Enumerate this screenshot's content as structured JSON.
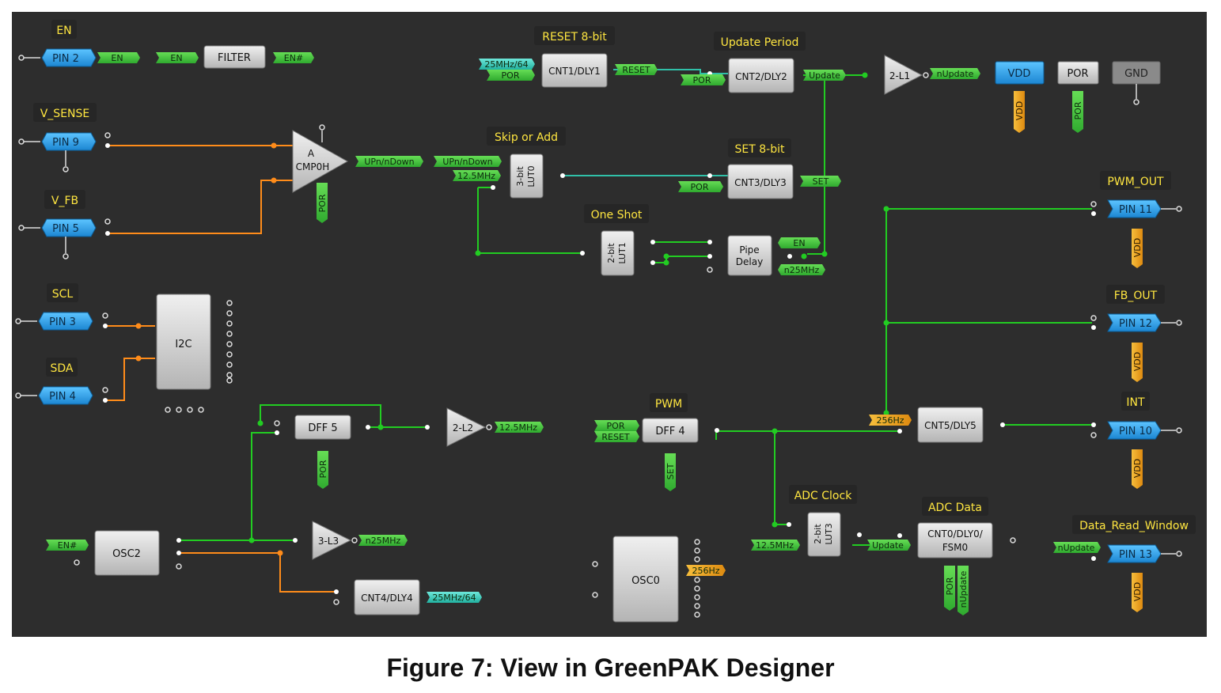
{
  "colors": {
    "background": "#2d2d2d",
    "wire_green": "#22cc22",
    "wire_orange": "#ff8c1a",
    "wire_teal": "#30c0a8",
    "pin_blue": "#2a9ee0",
    "block_gray": "#c8c8c8",
    "net_green": "#3fbf3f",
    "net_teal": "#2ec8b8",
    "net_orange": "#f0a020",
    "label_yellow": "#ffe640"
  },
  "caption": "Figure 7: View in GreenPAK Designer",
  "section_labels": [
    {
      "id": "en",
      "text": "EN"
    },
    {
      "id": "vsense",
      "text": "V_SENSE"
    },
    {
      "id": "vfb",
      "text": "V_FB"
    },
    {
      "id": "scl",
      "text": "SCL"
    },
    {
      "id": "sda",
      "text": "SDA"
    },
    {
      "id": "reset8",
      "text": "RESET 8-bit"
    },
    {
      "id": "update_period",
      "text": "Update Period"
    },
    {
      "id": "skip_add",
      "text": "Skip or Add"
    },
    {
      "id": "set8",
      "text": "SET 8-bit"
    },
    {
      "id": "one_shot",
      "text": "One Shot"
    },
    {
      "id": "pwm_out",
      "text": "PWM_OUT"
    },
    {
      "id": "fb_out",
      "text": "FB_OUT"
    },
    {
      "id": "pwm",
      "text": "PWM"
    },
    {
      "id": "int",
      "text": "INT"
    },
    {
      "id": "adc_clock",
      "text": "ADC Clock"
    },
    {
      "id": "adc_data",
      "text": "ADC Data"
    },
    {
      "id": "data_read",
      "text": "Data_Read_Window"
    }
  ],
  "pins": [
    {
      "id": "pin2",
      "text": "PIN 2"
    },
    {
      "id": "pin9",
      "text": "PIN 9"
    },
    {
      "id": "pin5",
      "text": "PIN 5"
    },
    {
      "id": "pin3",
      "text": "PIN 3"
    },
    {
      "id": "pin4",
      "text": "PIN 4"
    },
    {
      "id": "pin11",
      "text": "PIN 11"
    },
    {
      "id": "pin12",
      "text": "PIN 12"
    },
    {
      "id": "pin10",
      "text": "PIN 10"
    },
    {
      "id": "pin13",
      "text": "PIN 13"
    },
    {
      "id": "vdd",
      "text": "VDD"
    }
  ],
  "blocks": [
    {
      "id": "filter",
      "text": "FILTER"
    },
    {
      "id": "cnt1",
      "text": "CNT1/DLY1"
    },
    {
      "id": "cnt2",
      "text": "CNT2/DLY2"
    },
    {
      "id": "por",
      "text": "POR"
    },
    {
      "id": "gnd",
      "text": "GND"
    },
    {
      "id": "cnt3",
      "text": "CNT3/DLY3"
    },
    {
      "id": "pipe",
      "lines": [
        "Pipe",
        "Delay"
      ]
    },
    {
      "id": "i2c",
      "text": "I2C"
    },
    {
      "id": "dff5",
      "text": "DFF 5"
    },
    {
      "id": "dff4",
      "text": "DFF 4"
    },
    {
      "id": "cnt5",
      "text": "CNT5/DLY5"
    },
    {
      "id": "osc2",
      "text": "OSC2"
    },
    {
      "id": "cnt4",
      "text": "CNT4/DLY4"
    },
    {
      "id": "osc0",
      "text": "OSC0"
    },
    {
      "id": "cnt0",
      "lines": [
        "CNT0/DLY0/",
        "FSM0"
      ]
    }
  ],
  "luts": [
    {
      "id": "lut0",
      "lines": [
        "3-bit",
        "LUT0"
      ]
    },
    {
      "id": "lut1",
      "lines": [
        "2-bit",
        "LUT1"
      ]
    },
    {
      "id": "lut3",
      "lines": [
        "2-bit",
        "LUT3"
      ]
    }
  ],
  "gates": [
    {
      "id": "cmp",
      "lines": [
        "A",
        "CMP0H"
      ]
    },
    {
      "id": "l1",
      "text": "2-L1"
    },
    {
      "id": "l2",
      "text": "2-L2"
    },
    {
      "id": "l3",
      "text": "3-L3"
    }
  ],
  "nets": [
    {
      "id": "n_en_a",
      "text": "EN"
    },
    {
      "id": "n_en_b",
      "text": "EN"
    },
    {
      "id": "n_enh",
      "text": "EN#"
    },
    {
      "id": "n_25m64_a",
      "text": "25MHz/64"
    },
    {
      "id": "n_por_cnt1",
      "text": "POR"
    },
    {
      "id": "n_reset",
      "text": "RESET"
    },
    {
      "id": "n_por_cnt2",
      "text": "POR"
    },
    {
      "id": "n_update",
      "text": "Update"
    },
    {
      "id": "n_nupdate",
      "text": "nUpdate"
    },
    {
      "id": "n_updown_a",
      "text": "UPn/nDown"
    },
    {
      "id": "n_updown_b",
      "text": "UPn/nDown"
    },
    {
      "id": "n_125_a",
      "text": "12.5MHz"
    },
    {
      "id": "n_por_cnt3",
      "text": "POR"
    },
    {
      "id": "n_set",
      "text": "SET"
    },
    {
      "id": "n_en_pipe",
      "text": "EN"
    },
    {
      "id": "n_n25_pipe",
      "text": "n25MHz"
    },
    {
      "id": "n_125_b",
      "text": "12.5MHz"
    },
    {
      "id": "n_por_dff4",
      "text": "POR"
    },
    {
      "id": "n_reset_dff4",
      "text": "RESET"
    },
    {
      "id": "n_256hz_a",
      "text": "256Hz"
    },
    {
      "id": "n_enh_osc2",
      "text": "EN#"
    },
    {
      "id": "n_n25",
      "text": "n25MHz"
    },
    {
      "id": "n_25m64_b",
      "text": "25MHz/64"
    },
    {
      "id": "n_256hz_b",
      "text": "256Hz"
    },
    {
      "id": "n_125_c",
      "text": "12.5MHz"
    },
    {
      "id": "n_update_b",
      "text": "Update"
    },
    {
      "id": "n_nupdate_b",
      "text": "nUpdate"
    }
  ],
  "vtags": [
    {
      "id": "v_vdd",
      "text": "VDD"
    },
    {
      "id": "v_por",
      "text": "POR"
    },
    {
      "id": "v_cmp_por",
      "text": "POR"
    },
    {
      "id": "v_pin11",
      "text": "VDD"
    },
    {
      "id": "v_pin12",
      "text": "VDD"
    },
    {
      "id": "v_pin10",
      "text": "VDD"
    },
    {
      "id": "v_pin13",
      "text": "VDD"
    },
    {
      "id": "v_dff5",
      "text": "POR"
    },
    {
      "id": "v_dff4",
      "text": "SET"
    },
    {
      "id": "v_cnt0_por",
      "text": "POR"
    },
    {
      "id": "v_cnt0_nupd",
      "text": "nUpdate"
    }
  ]
}
